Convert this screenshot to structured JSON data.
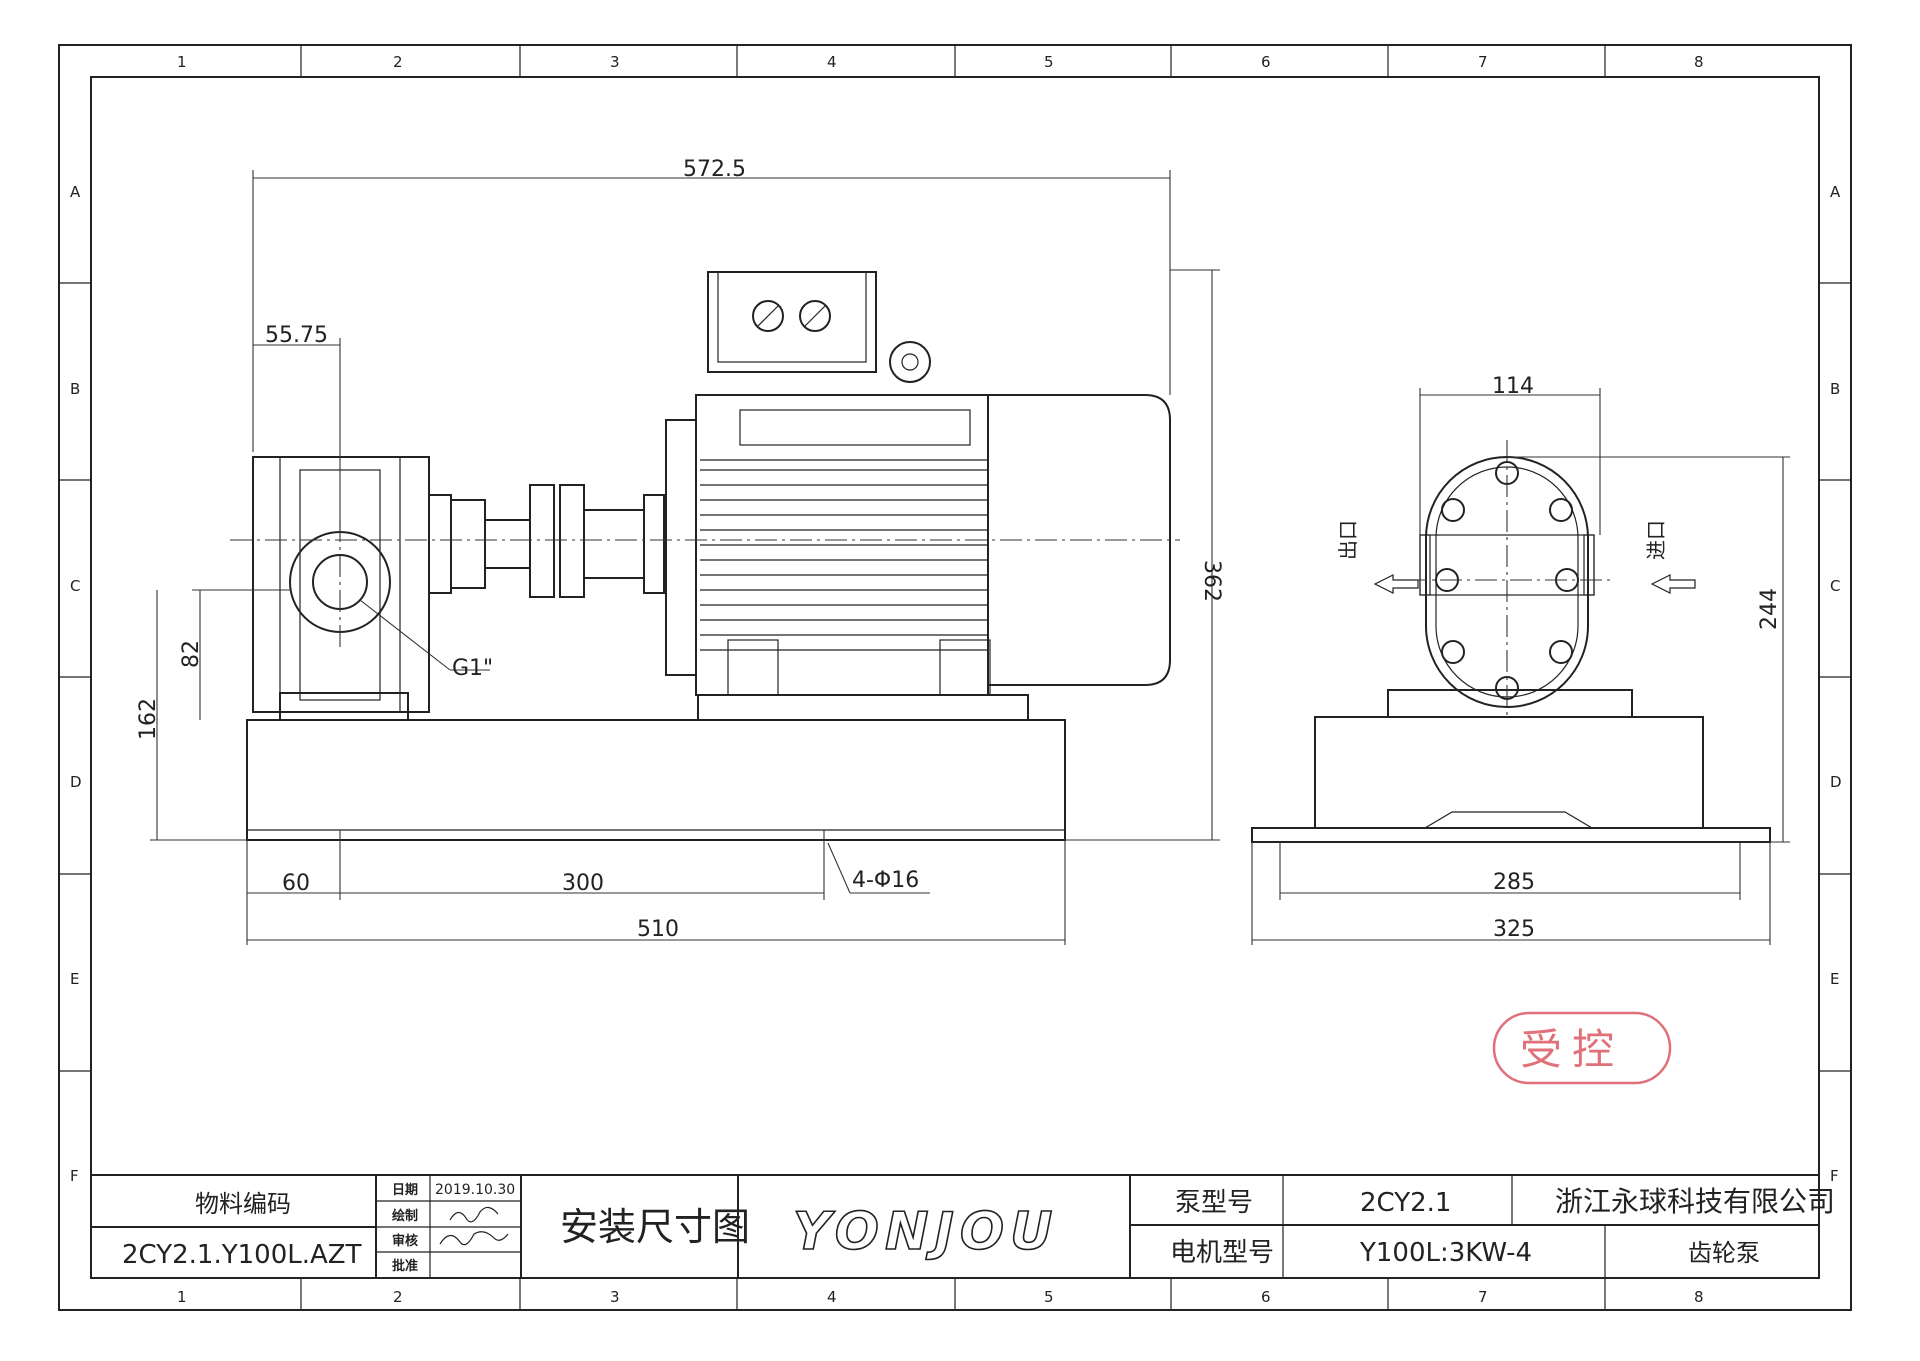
{
  "zones": {
    "columns": [
      "1",
      "2",
      "3",
      "4",
      "5",
      "6",
      "7",
      "8"
    ],
    "rows": [
      "A",
      "B",
      "C",
      "D",
      "E",
      "F"
    ]
  },
  "dimensions": {
    "overall_length": "572.5",
    "pump_offset": "55.75",
    "height_total": "362",
    "inlet_height": "82",
    "base_height": "162",
    "thread": "G1\"",
    "foot_offset": "60",
    "foot_spacing": "300",
    "holes": "4-Φ16",
    "base_length": "510",
    "pump_width": "114",
    "pump_height": "244",
    "base_inner_width": "285",
    "base_width": "325"
  },
  "flow_labels": {
    "outlet": "出口",
    "inlet": "进口"
  },
  "stamp": {
    "text": "受控",
    "color": "#e0707a"
  },
  "title_block": {
    "material_code_label": "物料编码",
    "material_code": "2CY2.1.Y100L.AZT",
    "date_label": "日期",
    "date": "2019.10.30",
    "drawn_label": "绘制",
    "check_label": "审核",
    "approve_label": "批准",
    "drawing_title": "安装尺寸图",
    "logo": "YONJOU",
    "pump_model_label": "泵型号",
    "pump_model": "2CY2.1",
    "motor_model_label": "电机型号",
    "motor_model": "Y100L:3KW-4",
    "company": "浙江永球科技有限公司",
    "product": "齿轮泵"
  }
}
